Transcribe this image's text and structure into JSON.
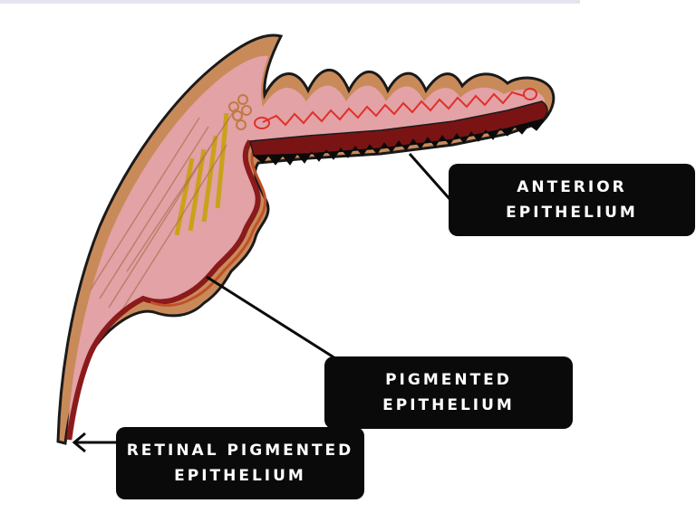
{
  "colors": {
    "background": "#ffffff",
    "label_box": "#0a0a0a",
    "label_text": "#ffffff",
    "tissue_fill": "#d99a9a",
    "outline": "#1a1a1a",
    "pigment_layer": "#8b1a1a",
    "muscle": "#c9a21a",
    "vessel": "#e0302a"
  },
  "labels": {
    "anterior": {
      "line1": "ANTERIOR",
      "line2": "EPITHELIUM"
    },
    "pigmented": {
      "line1": "PIGMENTED",
      "line2": "EPITHELIUM"
    },
    "retinal": {
      "line1": "RETINAL PIGMENTED",
      "line2": "EPITHELIUM"
    }
  }
}
